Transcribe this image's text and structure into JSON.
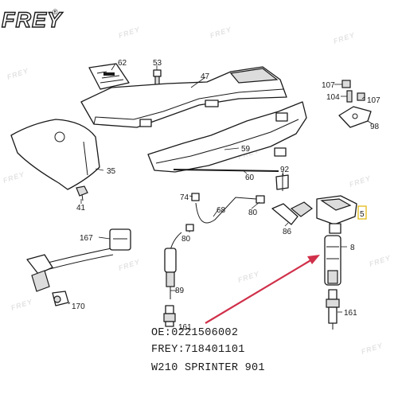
{
  "brand": {
    "logo_text": "FREY",
    "registered_mark": "®"
  },
  "watermark_text": "FREY",
  "callouts": {
    "c62": "62",
    "c53": "53",
    "c47": "47",
    "c107a": "107",
    "c104": "104",
    "c107b": "107",
    "c98": "98",
    "c35": "35",
    "c41": "41",
    "c59": "59",
    "c60": "60",
    "c92": "92",
    "c74": "74",
    "c68": "68",
    "c80a": "80",
    "c80b": "80",
    "c86": "86",
    "c5": "5",
    "c8": "8",
    "c167": "167",
    "c170": "170",
    "c89": "89",
    "c161a": "161",
    "c161b": "161"
  },
  "info": {
    "oe": "OE:0221506002",
    "frey": "FREY:718401101",
    "models": "W210 SPRINTER 901"
  },
  "colors": {
    "ink": "#1a1a1a",
    "arrow": "#d0304a",
    "highlight": "#e0b400",
    "watermark": "#e3e3e3"
  }
}
